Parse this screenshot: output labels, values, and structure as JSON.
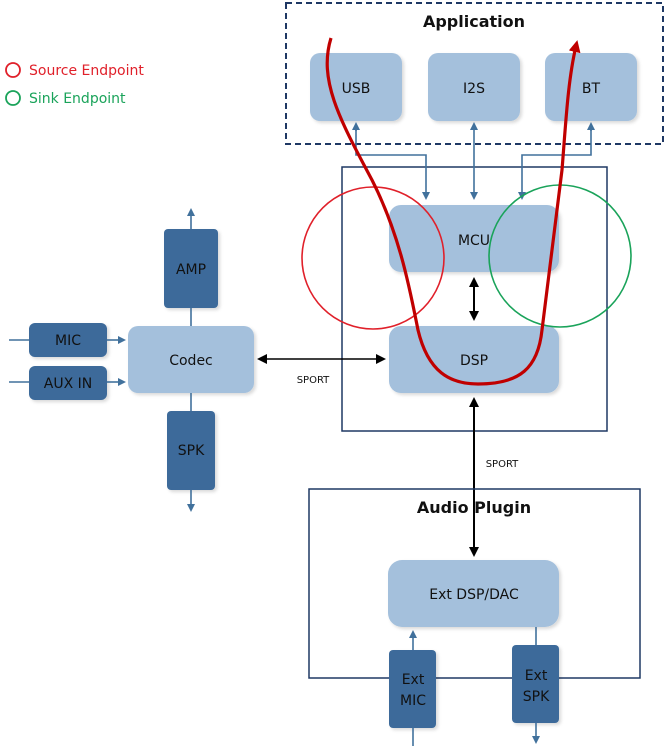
{
  "legend": {
    "source": {
      "label": "Source Endpoint",
      "color": "#e0202a"
    },
    "sink": {
      "label": "Sink Endpoint",
      "color": "#1aa35a"
    }
  },
  "groups": {
    "application": {
      "title": "Application"
    },
    "core": {
      "title": ""
    },
    "audio_plugin": {
      "title": "Audio Plugin"
    }
  },
  "blocks": {
    "usb": "USB",
    "i2s": "I2S",
    "bt": "BT",
    "mcu": "MCU",
    "dsp": "DSP",
    "codec": "Codec",
    "amp": "AMP",
    "spk": "SPK",
    "mic": "MIC",
    "aux_in": "AUX IN",
    "ext_dsp_dac": "Ext DSP/DAC",
    "ext_mic_line1": "Ext",
    "ext_mic_line2": "MIC",
    "ext_spk_line1": "Ext",
    "ext_spk_line2": "SPK"
  },
  "connections": {
    "codec_dsp": "SPORT",
    "dsp_plugin": "SPORT"
  },
  "colors": {
    "light_block": "#a4c0dc",
    "dark_block": "#3d6b9a",
    "frame": "#1f3864",
    "connector": "#41719c",
    "flow": "#c00000",
    "arrow_black": "#000000"
  }
}
